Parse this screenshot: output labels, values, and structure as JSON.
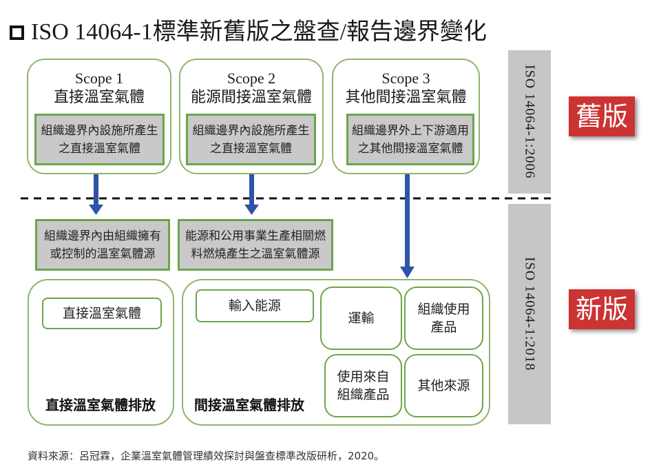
{
  "title": "ISO 14064-1標準新舊版之盤查/報告邊界變化",
  "scopes": [
    {
      "line1": "Scope 1",
      "line2": "直接溫室氣體",
      "box_l1": "組織邊界內設施所產生",
      "box_l2": "之直接溫室氣體"
    },
    {
      "line1": "Scope 2",
      "line2": "能源間接溫室氣體",
      "box_l1": "組織邊界內設施所產生",
      "box_l2": "之直接溫室氣體"
    },
    {
      "line1": "Scope 3",
      "line2": "其他間接溫室氣體",
      "box_l1": "組織邊界外上下游適用",
      "box_l2": "之其他間接溫室氣體"
    }
  ],
  "mid_boxes": [
    {
      "l1": "組織邊界內由組織擁有",
      "l2": "或控制的溫室氣體源"
    },
    {
      "l1": "能源和公用事業生產相關燃",
      "l2": "料燃燒產生之溫室氣體源"
    }
  ],
  "versions": {
    "old": "ISO 14064-1:2006",
    "new": "ISO 14064-1:2018"
  },
  "tags": {
    "old": "舊版",
    "new": "新版"
  },
  "direct": {
    "inner": "直接溫室氣體",
    "label": "直接溫室氣體排放"
  },
  "indirect": {
    "energy": "輸入能源",
    "label": "間接溫室氣體排放",
    "transport": "運輸",
    "products_used_l1": "組織使用",
    "products_used_l2": "產品",
    "use_products_l1": "使用來自",
    "use_products_l2": "組織產品",
    "other": "其他來源"
  },
  "source": "資料來源：呂冠霖，企業溫室氣體管理績效探討與盤查標準改版研析，2020。",
  "colors": {
    "green_border": "#6aa54b",
    "gray_fill": "#c9c9c9",
    "arrow_blue": "#2e54a7",
    "tag_red": "#cc3333"
  }
}
